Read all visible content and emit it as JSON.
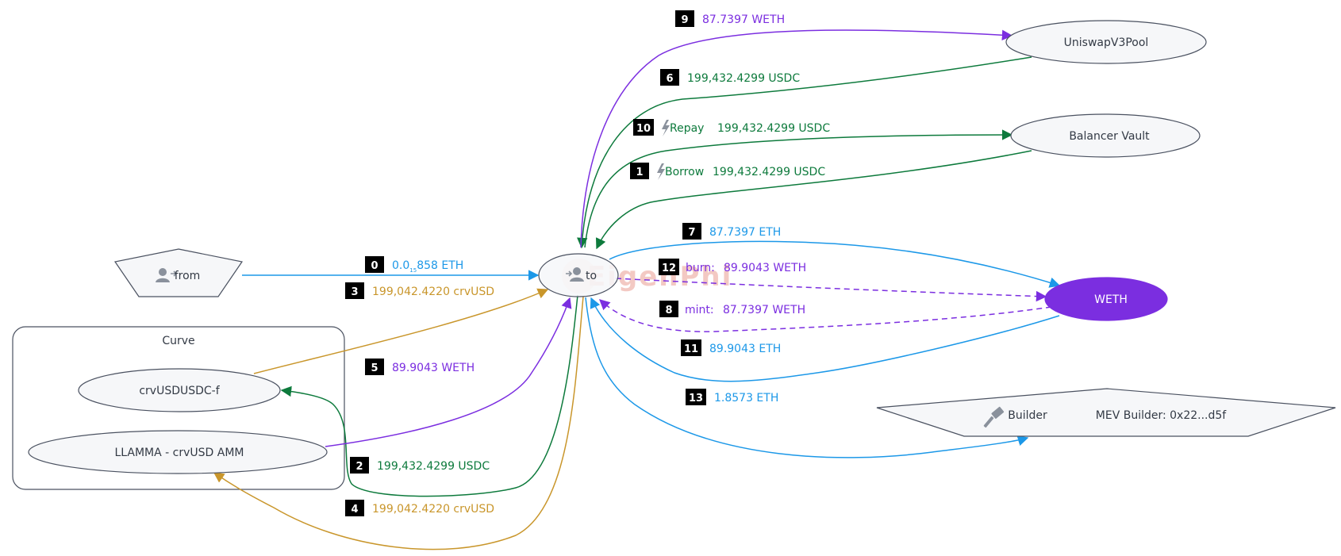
{
  "colors": {
    "eth": "#1c98e8",
    "usdc": "#0d7a3c",
    "weth": "#7b2ee0",
    "crvusd": "#c9962b",
    "node_fill": "#f6f7f9",
    "node_stroke": "#4a5160",
    "weth_fill": "#7b2ee0"
  },
  "cluster": {
    "label": "Curve"
  },
  "nodes": {
    "from": "from",
    "to": "to",
    "uniswap": "UniswapV3Pool",
    "balancer": "Balancer Vault",
    "weth": "WETH",
    "crvusdusdc": "crvUSDUSDC-f",
    "llamma": "LLAMMA - crvUSD AMM",
    "builder": "Builder",
    "builder_name": "MEV Builder: 0x22...d5f"
  },
  "watermark": "EigenPhi",
  "edges": [
    {
      "step": "0",
      "value_prefix": "0.0",
      "value_sub": "15",
      "value_suffix": "858 ETH",
      "asset": "eth"
    },
    {
      "step": "1",
      "tag": "Borrow",
      "value": "199,432.4299 USDC",
      "asset": "usdc"
    },
    {
      "step": "2",
      "value": "199,432.4299 USDC",
      "asset": "usdc"
    },
    {
      "step": "3",
      "value": "199,042.4220 crvUSD",
      "asset": "crvusd"
    },
    {
      "step": "4",
      "value": "199,042.4220 crvUSD",
      "asset": "crvusd"
    },
    {
      "step": "5",
      "value": "89.9043 WETH",
      "asset": "weth"
    },
    {
      "step": "6",
      "value": "199,432.4299 USDC",
      "asset": "usdc"
    },
    {
      "step": "7",
      "value": "87.7397 ETH",
      "asset": "eth"
    },
    {
      "step": "8",
      "tag": "mint:",
      "value": "87.7397 WETH",
      "asset": "weth"
    },
    {
      "step": "9",
      "value": "87.7397 WETH",
      "asset": "weth"
    },
    {
      "step": "10",
      "tag": "Repay",
      "value": "199,432.4299 USDC",
      "asset": "usdc"
    },
    {
      "step": "11",
      "value": "89.9043 ETH",
      "asset": "eth"
    },
    {
      "step": "12",
      "tag": "burn:",
      "value": "89.9043 WETH",
      "asset": "weth"
    },
    {
      "step": "13",
      "value": "1.8573 ETH",
      "asset": "eth"
    }
  ]
}
